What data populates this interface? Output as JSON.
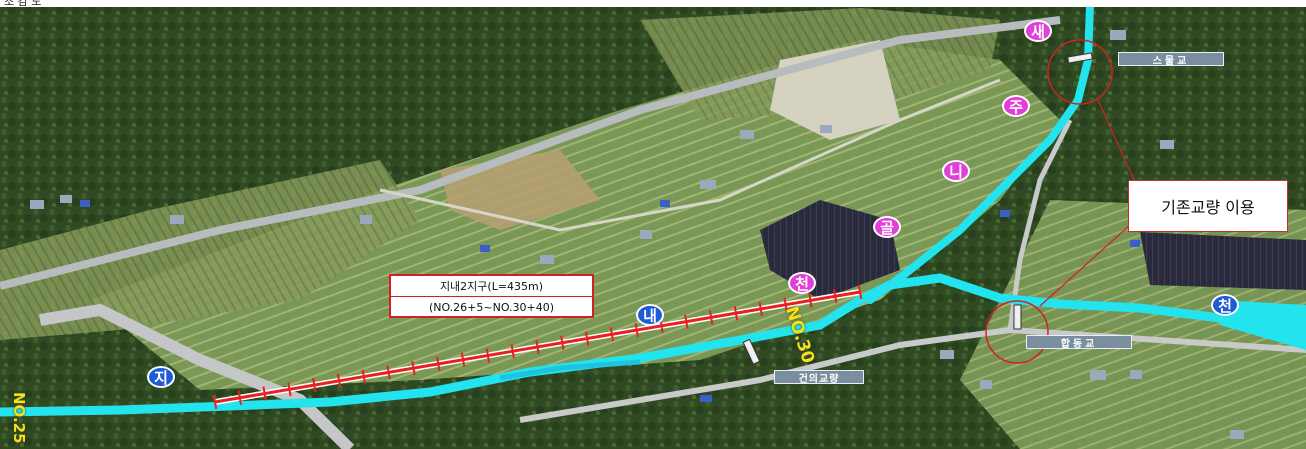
{
  "header_text": "조 감 도",
  "zone": {
    "title": "지내2지구(L=435m)",
    "range": "(NO.26+5~NO.30+40)"
  },
  "callout": "기존교량 이용",
  "bridges": {
    "saemul": "스물교",
    "gunui": "건의교량",
    "hapdong": "합동교"
  },
  "river_names": {
    "jinae": [
      "지",
      "내",
      "천"
    ],
    "saejunigol": [
      "새",
      "주",
      "니",
      "골",
      "천"
    ]
  },
  "stations": {
    "no25": "NO.25",
    "no30": "NO.30"
  },
  "colors": {
    "stream": "#22e3ee",
    "route": "#e82020",
    "label_blue": "#1e5bd6",
    "label_magenta": "#e23fd8",
    "station": "#f4e214"
  }
}
